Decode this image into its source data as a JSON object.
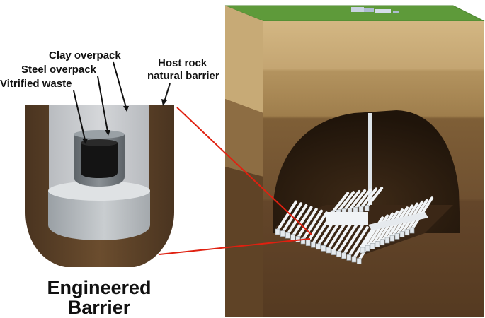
{
  "labels": {
    "clay_overpack": "Clay overpack",
    "steel_overpack": "Steel overpack",
    "vitrified_waste": "Vitrified waste",
    "host_rock_line1": "Host rock",
    "host_rock_line2": "natural barrier",
    "engineered_line1": "Engineered",
    "engineered_line2": "Barrier"
  },
  "colors": {
    "grass": "#5e9a3a",
    "topsoil": "#cdb07c",
    "soil_mid": "#b89a68",
    "soil_dark": "#8e6e44",
    "rock": "#6a4b2a",
    "rock_deep": "#5b3f22",
    "tunnel": "#2e1f12",
    "pipe": "#e8ecef",
    "leader": "#e02010",
    "clay": "#c9cbce",
    "steel": "#6f757a",
    "waste": "#151515",
    "bentonite_base": "#b6bbbf"
  }
}
